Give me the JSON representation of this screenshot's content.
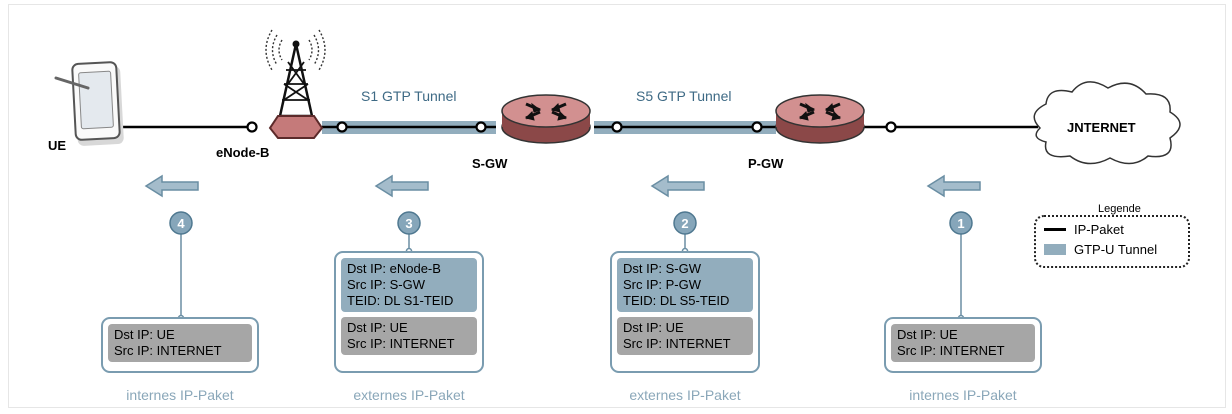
{
  "nodes": {
    "ue": "UE",
    "enodeb": "eNode-B",
    "sgw": "S-GW",
    "pgw": "P-GW",
    "internet": "JNTERNET"
  },
  "tunnels": {
    "s1": "S1 GTP Tunnel",
    "s5": "S5 GTP Tunnel"
  },
  "steps": [
    "4",
    "3",
    "2",
    "1"
  ],
  "packets": {
    "p4": {
      "ip": [
        "Dst IP: UE",
        "Src IP: INTERNET"
      ],
      "caption": "internes IP-Paket"
    },
    "p3": {
      "gtp": [
        "Dst IP: eNode-B",
        "Src IP: S-GW",
        "TEID: DL S1-TEID"
      ],
      "ip": [
        "Dst IP: UE",
        "Src IP: INTERNET"
      ],
      "caption": "externes IP-Paket"
    },
    "p2": {
      "gtp": [
        "Dst IP: S-GW",
        "Src IP: P-GW",
        "TEID: DL S5-TEID"
      ],
      "ip": [
        "Dst IP: UE",
        "Src IP: INTERNET"
      ],
      "caption": "externes IP-Paket"
    },
    "p1": {
      "ip": [
        "Dst IP: UE",
        "Src IP: INTERNET"
      ],
      "caption": "internes IP-Paket"
    }
  },
  "legend": {
    "title": "Legende",
    "ip_packet": "IP-Paket",
    "gtp_tunnel": "GTP-U Tunnel"
  },
  "colors": {
    "tunnel": "#92adbd",
    "router": "#c57a7a",
    "step_circle": "#86a6ba",
    "ip_header": "#a6a6a6",
    "caption": "#8aa7b9"
  }
}
